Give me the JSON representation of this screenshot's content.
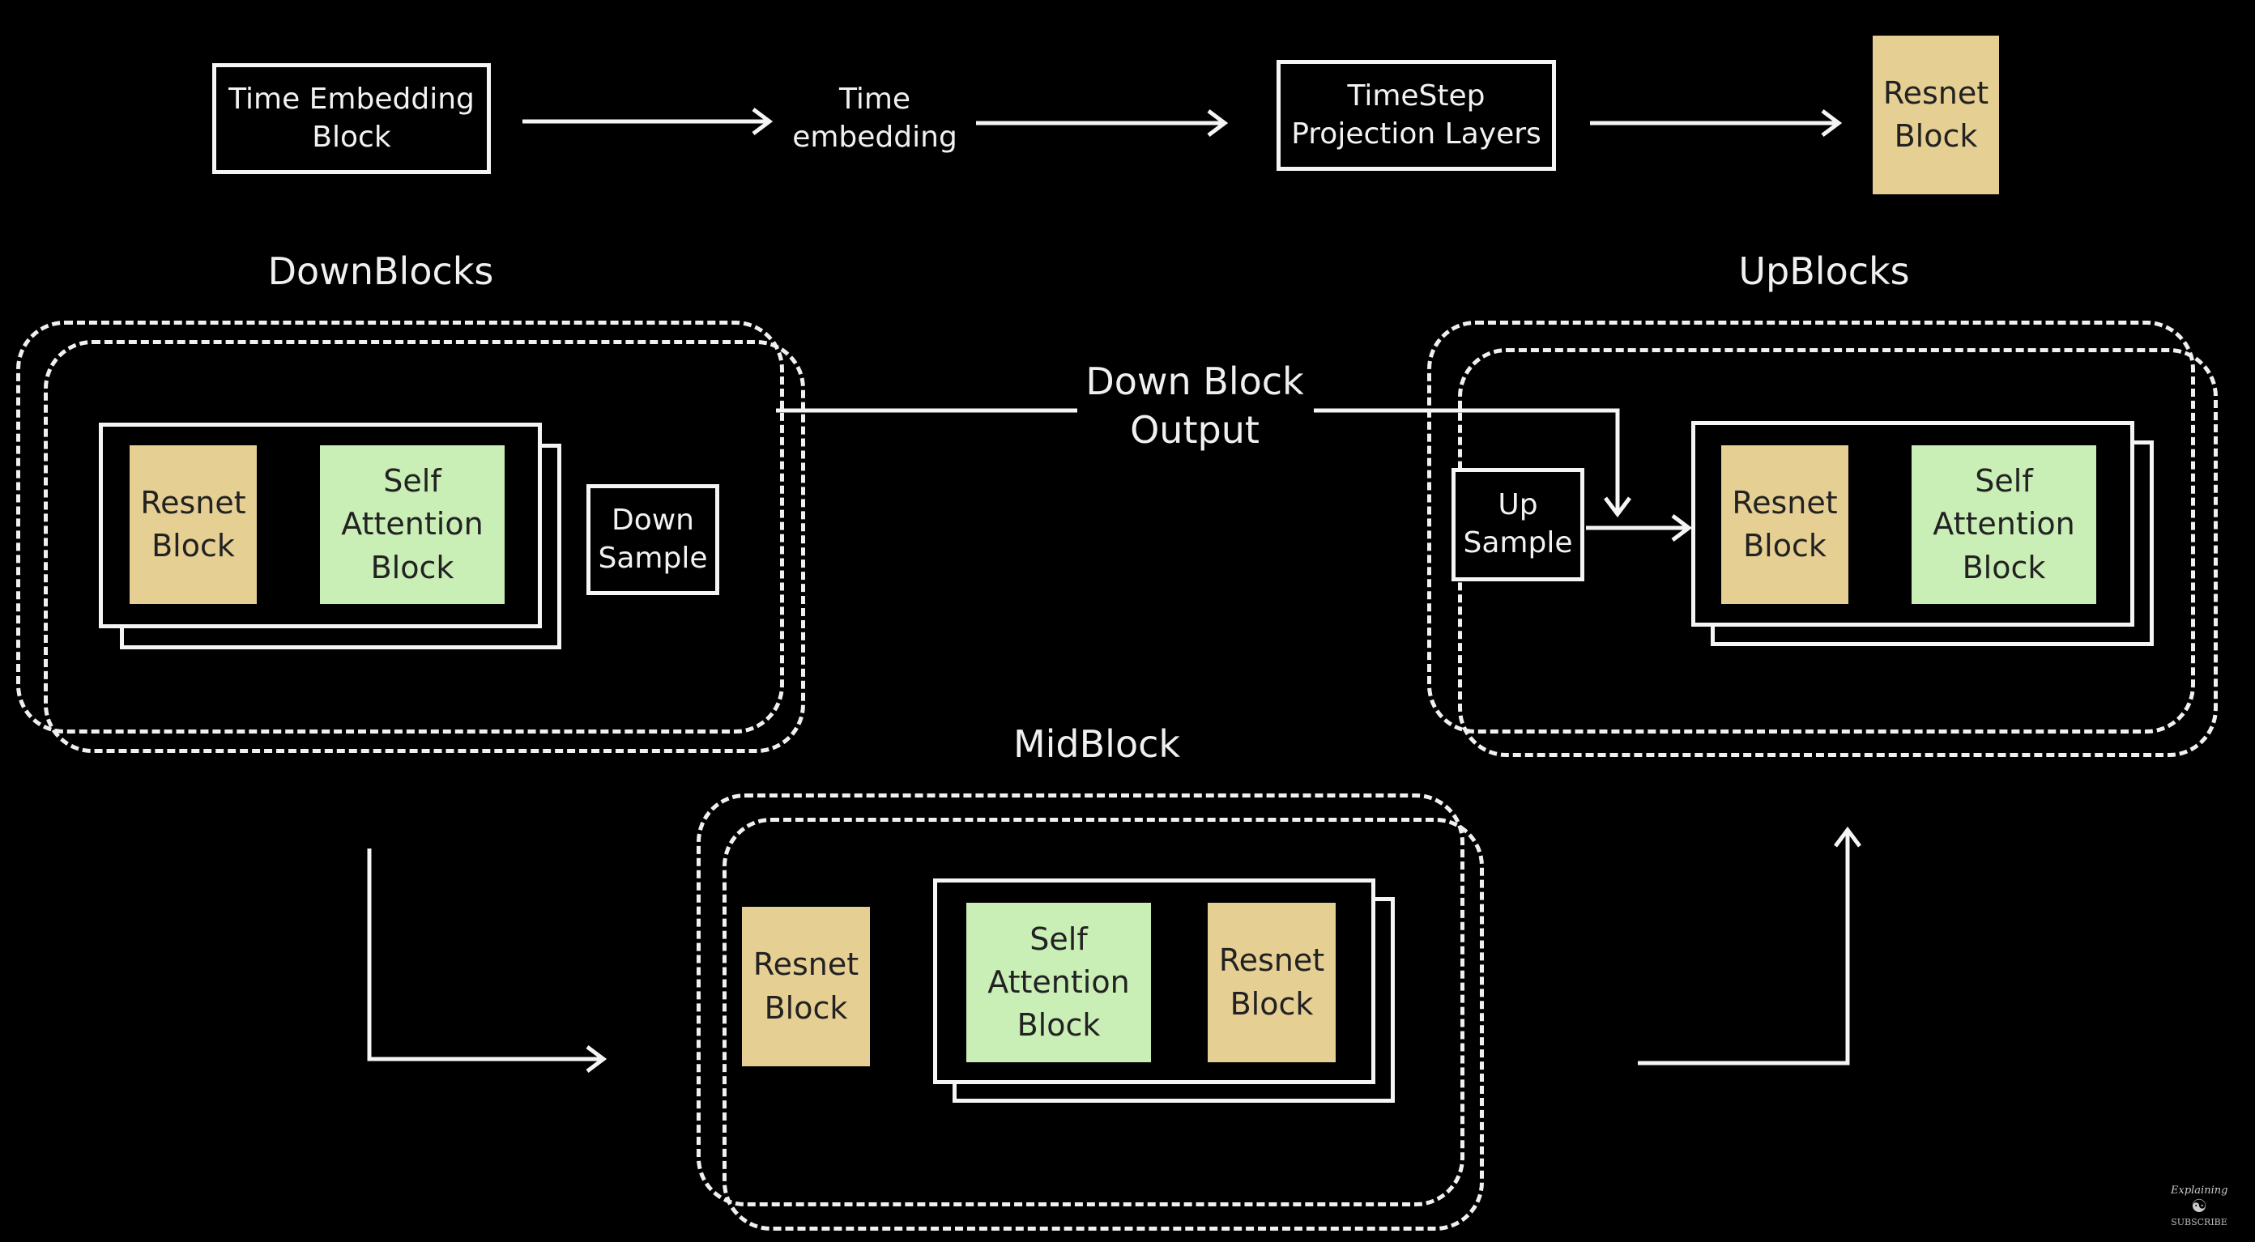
{
  "top_row": {
    "time_embedding_block": "Time Embedding\nBlock",
    "time_embedding": "Time\nembedding",
    "timestep_projection_layers": "TimeStep\nProjection Layers",
    "resnet_block": "Resnet\nBlock"
  },
  "down_blocks": {
    "title": "DownBlocks",
    "resnet_block": "Resnet\nBlock",
    "self_attention_block": "Self\nAttention\nBlock",
    "down_sample": "Down\nSample"
  },
  "skip_connection": {
    "label": "Down Block\nOutput"
  },
  "up_blocks": {
    "title": "UpBlocks",
    "up_sample": "Up\nSample",
    "resnet_block": "Resnet\nBlock",
    "self_attention_block": "Self\nAttention\nBlock"
  },
  "mid_block": {
    "title": "MidBlock",
    "resnet_block_1": "Resnet\nBlock",
    "self_attention_block": "Self\nAttention\nBlock",
    "resnet_block_2": "Resnet\nBlock"
  },
  "watermark": {
    "logo_text": "Explaining",
    "subscribe": "SUBSCRIBE"
  },
  "colors": {
    "background": "#000000",
    "resnet_fill": "#e6cf93",
    "attention_fill": "#c9eeb6",
    "line": "#f5f5f5"
  }
}
